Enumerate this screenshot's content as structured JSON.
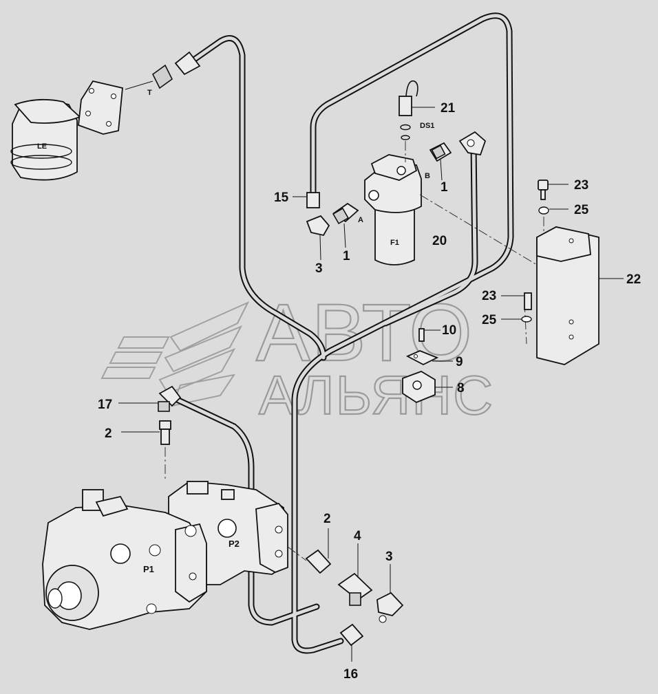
{
  "watermark": {
    "line1": "АВТО",
    "line2": "АЛЬЯНС"
  },
  "callouts": {
    "c21": "21",
    "c23a": "23",
    "c25a": "25",
    "c15": "15",
    "c1b": "1",
    "c20": "20",
    "c1a": "1",
    "c3a": "3",
    "c22": "22",
    "c23b": "23",
    "c25b": "25",
    "c10": "10",
    "c9": "9",
    "c8": "8",
    "c17": "17",
    "c2a": "2",
    "c2b": "2",
    "c4": "4",
    "c3b": "3",
    "c16": "16"
  },
  "labels": {
    "le": "LE",
    "t": "T",
    "ds1": "DS1",
    "b": "B",
    "a": "A",
    "f1": "F1",
    "p1": "P1",
    "p2": "P2"
  },
  "colors": {
    "background": "#dcdcdc",
    "line": "#111111",
    "watermark": "#9a9a9a"
  }
}
